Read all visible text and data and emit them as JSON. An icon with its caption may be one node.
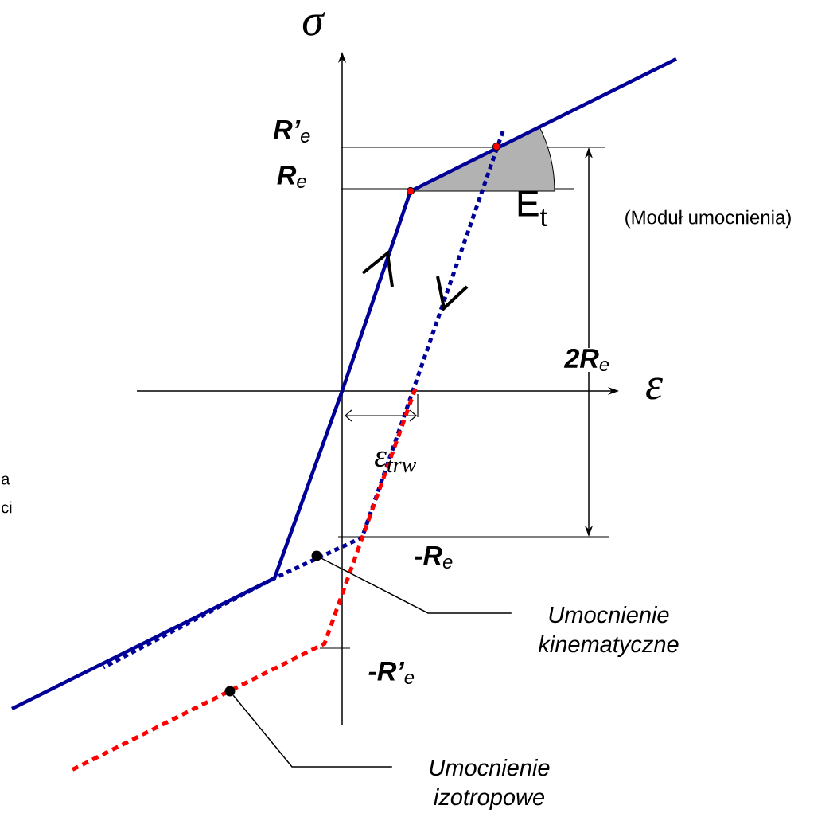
{
  "diagram": {
    "nodes": [
      {
        "text": [
          "Umocnienie kinematyczne"
        ]
      },
      {
        "text": [],
        "shape": "circle"
      },
      {
        "text": [
          "Umocnienie izotropowe"
        ]
      },
      {
        "text": [],
        "shape": "circle"
      }
    ],
    "edges": [
      {
        "from": 0,
        "to": 1,
        "arrow": "none"
      },
      {
        "from": 2,
        "to": 3,
        "arrow": "none"
      }
    ],
    "labels": [
      "σ",
      "**R’**$_{e}$",
      "**R**$_{e}$",
      "E$_{t}$",
      "(Moduł umocnienia)",
      "**2R**$_{e}$",
      "ε",
      "ε$_{trw}$",
      "a",
      "ci",
      "**-R**$_{e}$",
      "**-R’**$_{e}$"
    ]
  }
}
